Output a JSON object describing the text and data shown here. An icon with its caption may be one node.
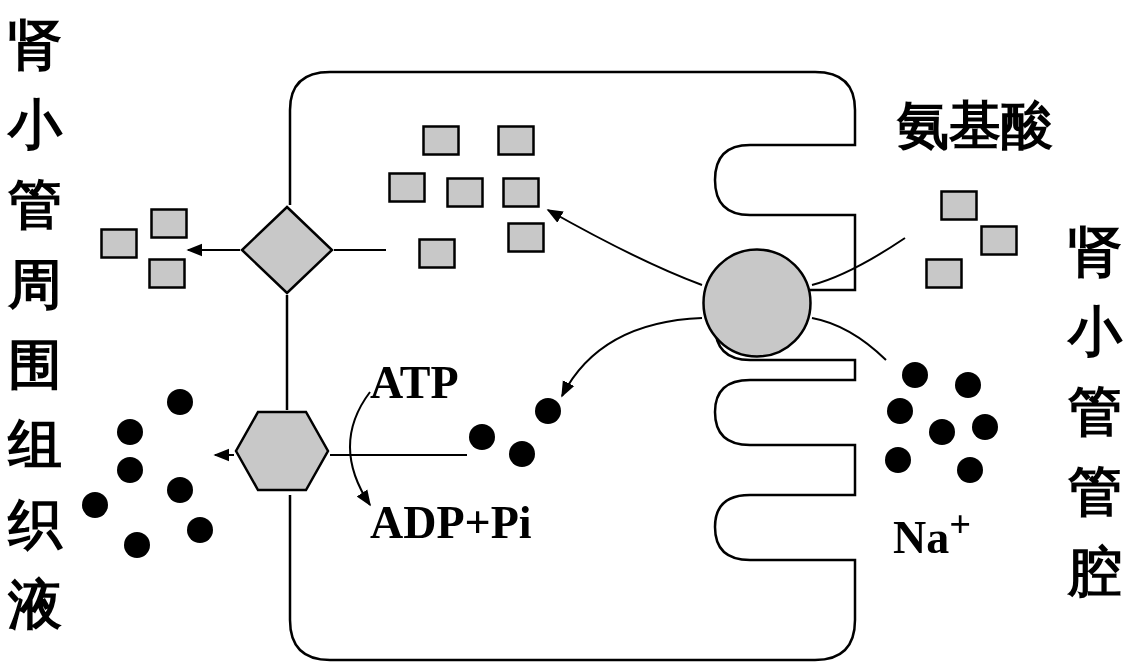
{
  "diagram": {
    "nodes": [
      {
        "text": [],
        "shape": "box",
        "beside": [
          "氨基酸"
        ]
      },
      {
        "text": [],
        "shape": "circle",
        "beside": [
          "Na$^{+}$"
        ]
      },
      {
        "text": [],
        "shape": "circle"
      },
      {
        "text": [],
        "shape": "box"
      },
      {
        "text": [],
        "shape": "circle"
      },
      {
        "text": [],
        "shape": "diamond"
      },
      {
        "text": [],
        "shape": "hexagon"
      },
      {
        "text": [],
        "shape": "box"
      },
      {
        "text": [],
        "shape": "circle"
      },
      {
        "text": [
          "ATP"
        ]
      },
      {
        "text": [
          "ADP+Pi"
        ]
      }
    ],
    "edges": [
      {
        "from": 0,
        "to": 2,
        "arrow": "none"
      },
      {
        "from": 2,
        "to": 3,
        "arrow": "to"
      },
      {
        "from": 1,
        "to": 2,
        "arrow": "none"
      },
      {
        "from": 2,
        "to": 4,
        "arrow": "to"
      },
      {
        "from": 3,
        "to": 5,
        "arrow": "none"
      },
      {
        "from": 5,
        "to": 7,
        "arrow": "to"
      },
      {
        "from": 4,
        "to": 6,
        "arrow": "none"
      },
      {
        "from": 6,
        "to": 8,
        "arrow": "to"
      },
      {
        "from": 9,
        "to": 10,
        "arrow": "to"
      }
    ],
    "labels": [
      "肾小管周围组织液",
      "肾小管管腔"
    ]
  }
}
